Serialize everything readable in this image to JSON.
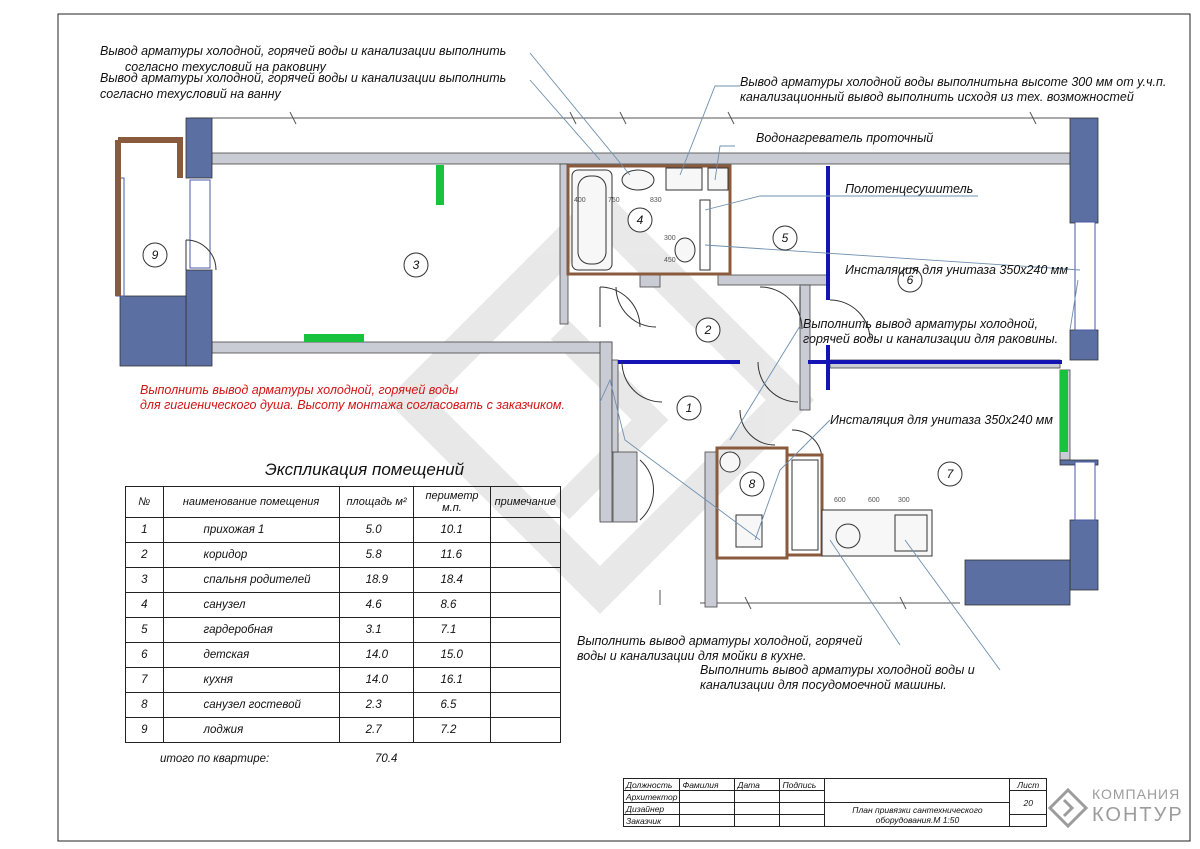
{
  "notes": {
    "n1a": "Вывод арматуры холодной,  горячей воды и канализации выполнить",
    "n1b": "согласно техусловий на раковину",
    "n2a": "Вывод арматуры холодной,  горячей воды и канализации выполнить",
    "n2b": "согласно техусловий на ванну",
    "n3a": "Вывод арматуры холодной воды выполнитьна высоте 300 мм от у.ч.п.",
    "n3b": "канализационный вывод выполнить исходя из тех. возможностей",
    "n4": "Водонагреватель проточный",
    "n5": "Полотенцесушитель",
    "n6": "Инсталяция для унитаза 350x240 мм",
    "n7a": "Выполнить вывод арматуры холодной,",
    "n7b": "горячей воды и канализации для раковины.",
    "n8": "Инсталяция для унитаза 350x240 мм",
    "n9a": "Выполнить вывод арматуры холодной,  горячей воды",
    "n9b": "для гигиенического душа. Высоту монтажа согласовать с заказчиком.",
    "n10a": "Выполнить вывод арматуры холодной,  горячей",
    "n10b": "воды и канализации для мойки в кухне.",
    "n11a": "Выполнить вывод арматуры холодной воды и",
    "n11b": "канализации для посудомоечной машины."
  },
  "rooms": {
    "r1": "1",
    "r2": "2",
    "r3": "3",
    "r4": "4",
    "r5": "5",
    "r6": "6",
    "r7": "7",
    "r8": "8",
    "r9": "9"
  },
  "dims": {
    "bath": [
      "400",
      "750",
      "830"
    ],
    "wc": [
      "300",
      "450"
    ],
    "kitchen": [
      "600",
      "600",
      "300"
    ]
  },
  "explication": {
    "title": "Экспликация помещений",
    "headers": [
      "№",
      "наименование помещения",
      "площадь м²",
      "периметр м.п.",
      "примечание"
    ],
    "rows": [
      [
        "1",
        "прихожая 1",
        "5.0",
        "10.1",
        ""
      ],
      [
        "2",
        "коридор",
        "5.8",
        "11.6",
        ""
      ],
      [
        "3",
        "спальня родителей",
        "18.9",
        "18.4",
        ""
      ],
      [
        "4",
        "санузел",
        "4.6",
        "8.6",
        ""
      ],
      [
        "5",
        "гардеробная",
        "3.1",
        "7.1",
        ""
      ],
      [
        "6",
        "детская",
        "14.0",
        "15.0",
        ""
      ],
      [
        "7",
        "кухня",
        "14.0",
        "16.1",
        ""
      ],
      [
        "8",
        "санузел гостевой",
        "2.3",
        "6.5",
        ""
      ],
      [
        "9",
        "лоджия",
        "2.7",
        "7.2",
        ""
      ]
    ],
    "total_label": "итого по квартире:",
    "total_area": "70.4"
  },
  "stamp": {
    "h1": "Должность",
    "h2": "Фамилия",
    "h3": "Дата",
    "h4": "Подпись",
    "role1": "Архитектор",
    "role2": "Дизайнер",
    "role3": "Заказчик",
    "sheet_label": "Лист",
    "sheet_no": "20",
    "title": "План привязки сантехнического оборудования.",
    "scale": "М 1:50"
  },
  "logo": {
    "line1": "КОМПАНИЯ",
    "line2": "КОНТУР"
  },
  "colors": {
    "wall": "#5b6fa3",
    "wall_light": "#c9ccd4",
    "partition_blue": "#1414b4",
    "door_green": "#18c23c",
    "brown": "#8a5a3c",
    "red_note": "#d21414"
  }
}
